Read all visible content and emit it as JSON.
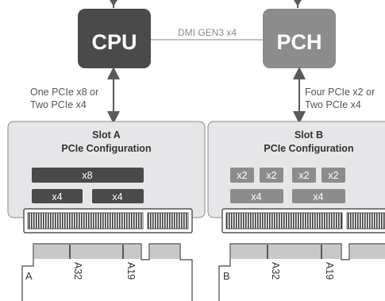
{
  "cpu": {
    "label": "CPU"
  },
  "pch": {
    "label": "PCH"
  },
  "dmi_link": {
    "label": "DMI GEN3 x4"
  },
  "cpu_link": {
    "line1": "One PCIe x8 or",
    "line2": "Two PCIe x4"
  },
  "pch_link": {
    "line1": "Four PCIe x2 or",
    "line2": "Two PCIe x4"
  },
  "slot_a": {
    "title": "Slot A",
    "subtitle": "PCIe Configuration",
    "lane_x8": "x8",
    "lane_x4_left": "x4",
    "lane_x4_right": "x4",
    "edge_letter": "A",
    "pin_a32": "A32",
    "pin_a19": "A19"
  },
  "slot_b": {
    "title": "Slot B",
    "subtitle": "PCIe Configuration",
    "lane_x2_1": "x2",
    "lane_x2_2": "x2",
    "lane_x2_3": "x2",
    "lane_x2_4": "x2",
    "lane_x4_left": "x4",
    "lane_x4_right": "x4",
    "edge_letter": "B",
    "pin_a32": "A32",
    "pin_a19": "A19"
  },
  "colors": {
    "cpu_fill": "#4a4a4a",
    "pch_fill": "#8c8c8c",
    "panel_fill": "#e6e6e8",
    "lane_dark": "#4a4a4a",
    "lane_light": "#8c8c8c",
    "text_gray": "#8a8a8a"
  }
}
